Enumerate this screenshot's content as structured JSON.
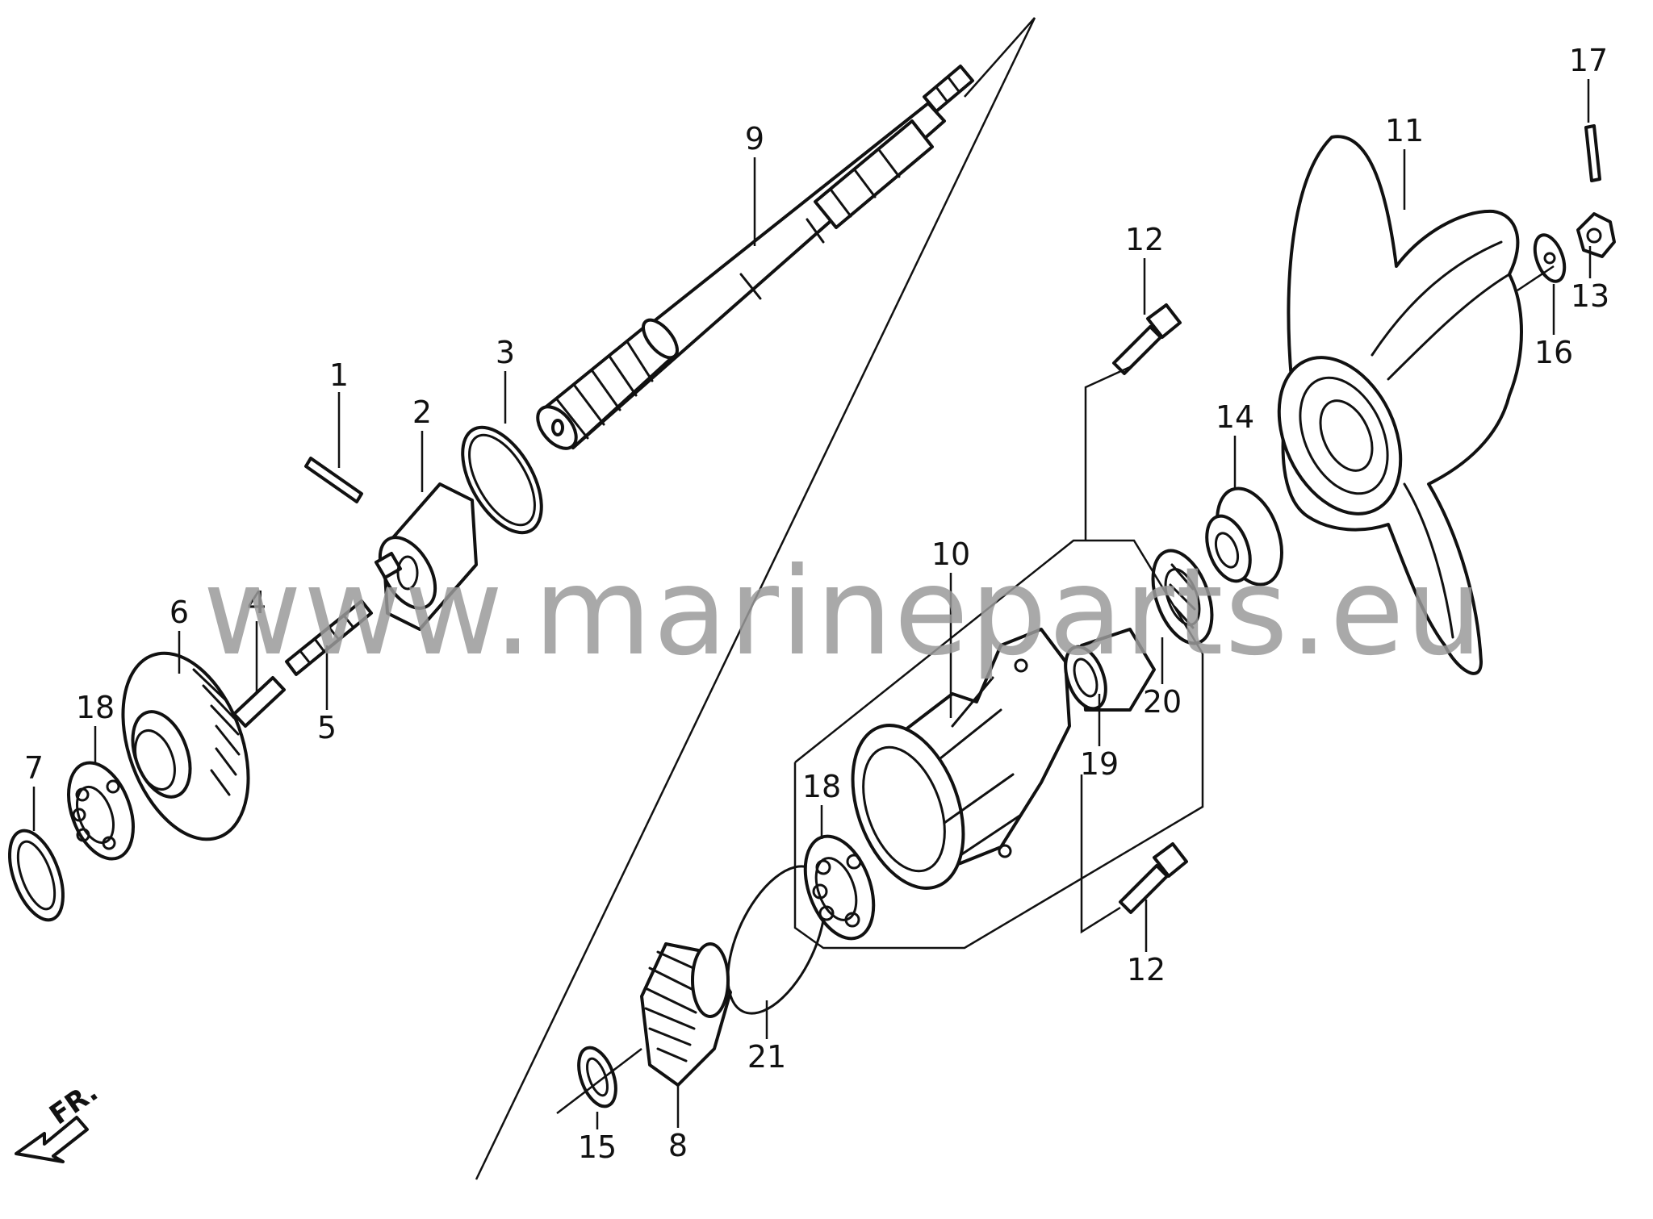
{
  "watermark": "www.marineparts.eu",
  "direction_label": "FR.",
  "callouts": {
    "c1": "1",
    "c2": "2",
    "c3": "3",
    "c4": "4",
    "c5": "5",
    "c6": "6",
    "c7": "7",
    "c8": "8",
    "c9": "9",
    "c10": "10",
    "c11": "11",
    "c12a": "12",
    "c12b": "12",
    "c13": "13",
    "c14": "14",
    "c15": "15",
    "c16": "16",
    "c17": "17",
    "c18a": "18",
    "c18b": "18",
    "c19": "19",
    "c20": "20",
    "c21": "21"
  }
}
